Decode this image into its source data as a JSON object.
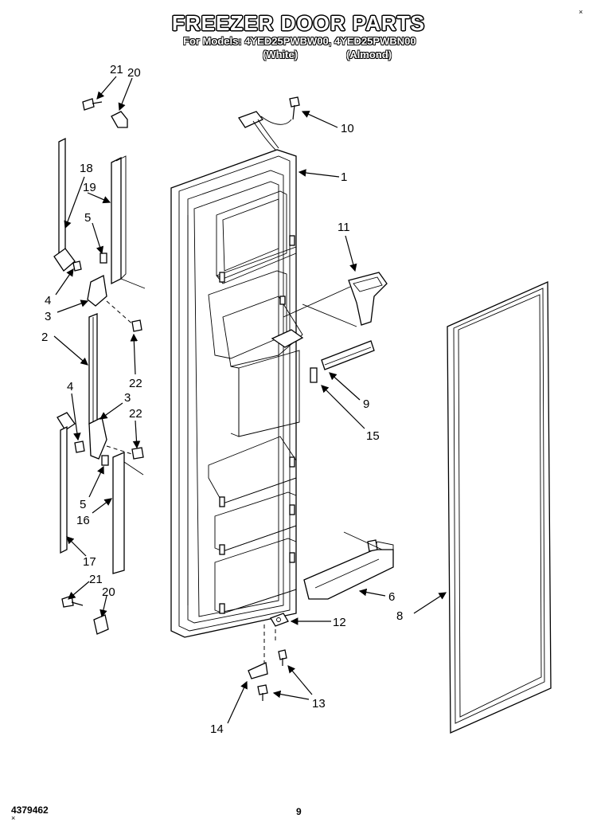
{
  "header": {
    "title": "FREEZER DOOR PARTS",
    "models_line": "For Models: 4YED25PWBW00, 4YED25PWBN00",
    "color_white": "(White)",
    "color_almond": "(Almond)"
  },
  "corner_mark": "×",
  "footer": {
    "part_number": "4379462",
    "page_number": "9",
    "mark": "×"
  },
  "callouts": {
    "c1": "1",
    "c2": "2",
    "c3a": "3",
    "c3b": "3",
    "c4a": "4",
    "c4b": "4",
    "c5a": "5",
    "c5b": "5",
    "c6": "6",
    "c8": "8",
    "c9": "9",
    "c10": "10",
    "c11": "11",
    "c12": "12",
    "c13": "13",
    "c14": "14",
    "c15": "15",
    "c16": "16",
    "c17": "17",
    "c18": "18",
    "c19": "19",
    "c20a": "20",
    "c20b": "20",
    "c21a": "21",
    "c21b": "21",
    "c22a": "22",
    "c22b": "22"
  }
}
